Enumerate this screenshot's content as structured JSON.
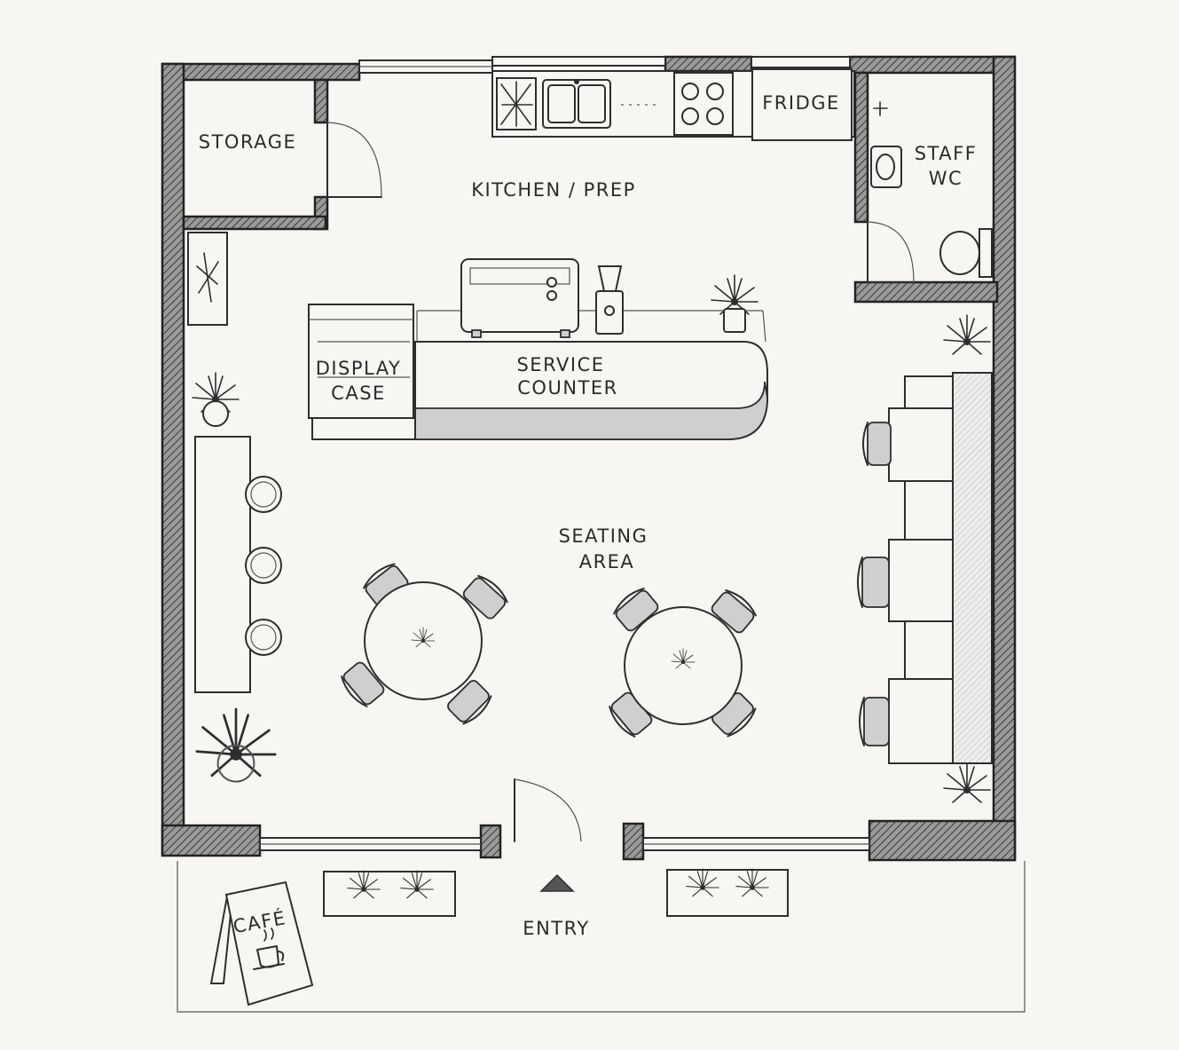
{
  "rooms": {
    "storage": "STORAGE",
    "kitchen": "KITCHEN / PREP",
    "fridge": "FRIDGE",
    "staff_wc_line1": "STAFF",
    "staff_wc_line2": "WC",
    "display_case_line1": "DISPLAY",
    "display_case_line2": "CASE",
    "service_counter_line1": "SERVICE",
    "service_counter_line2": "COUNTER",
    "seating_line1": "SEATING",
    "seating_line2": "AREA",
    "entry": "ENTRY",
    "sign": "CAFÉ"
  },
  "icons": [
    "plant-icon",
    "coffee-cup-icon",
    "sink-icon",
    "stove-icon",
    "toilet-icon",
    "espresso-machine-icon",
    "grinder-icon",
    "entry-arrow-icon"
  ]
}
